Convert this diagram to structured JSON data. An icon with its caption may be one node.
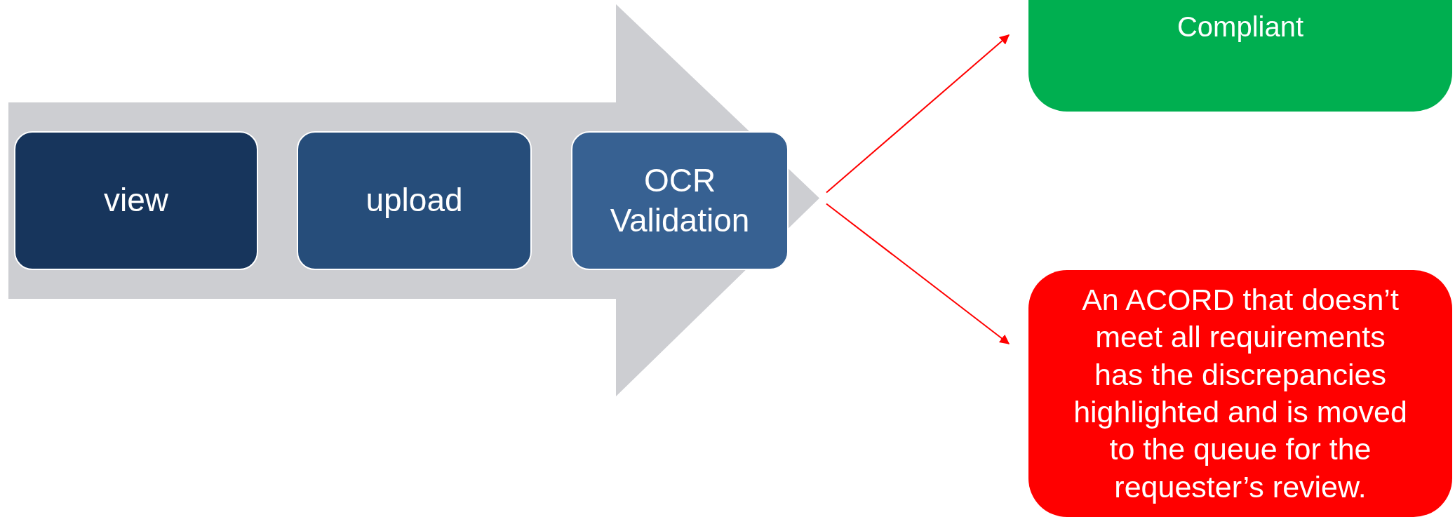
{
  "diagram": {
    "nodes": [
      {
        "text": [],
        "shape": "arrow"
      },
      {
        "text": [
          "view"
        ],
        "in": 0
      },
      {
        "text": [
          "upload"
        ],
        "in": 0
      },
      {
        "text": [
          "OCR Validation"
        ],
        "in": 0
      },
      {
        "text": [
          "Compliant"
        ]
      },
      {
        "text": [
          "An ACORD that doesn’t meet all requirements has the discrepancies highlighted and is moved to the queue for the requester’s review."
        ]
      }
    ],
    "edges": [
      {
        "from": 0,
        "to": 4,
        "arrow": "to"
      },
      {
        "from": 0,
        "to": 5,
        "arrow": "to"
      }
    ]
  }
}
